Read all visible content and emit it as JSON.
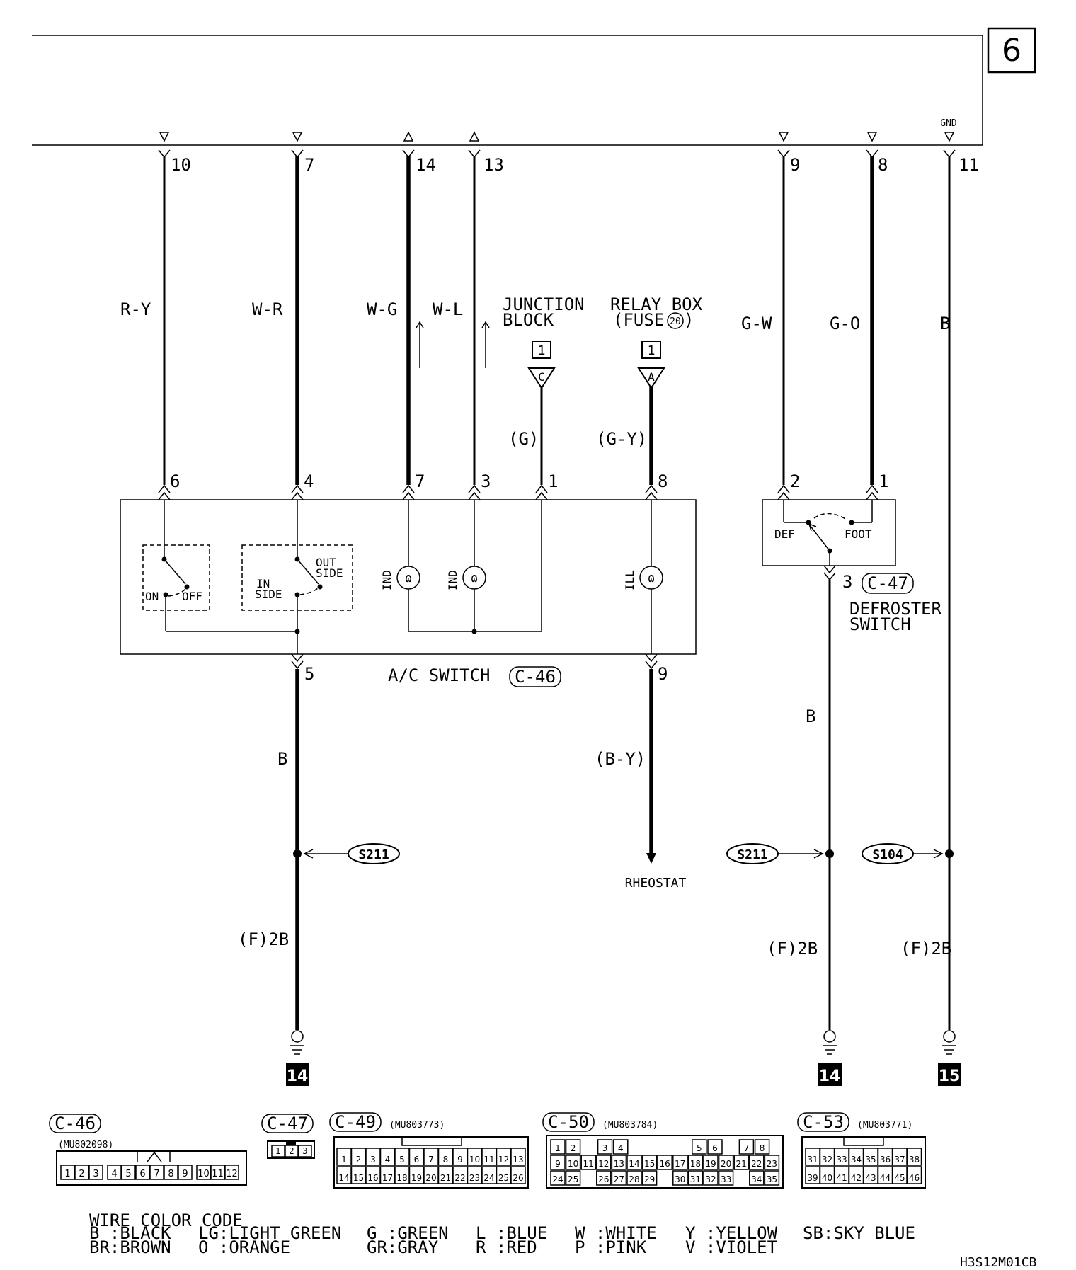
{
  "page_number": "6",
  "top_pins": [
    {
      "id": "10",
      "dir": "down"
    },
    {
      "id": "7",
      "dir": "down"
    },
    {
      "id": "14",
      "dir": "up"
    },
    {
      "id": "13",
      "dir": "up"
    },
    {
      "id": "9",
      "dir": "down"
    },
    {
      "id": "8",
      "dir": "down"
    },
    {
      "id": "11",
      "dir": "down",
      "label": "GND"
    }
  ],
  "wire_colors": {
    "r_y": "R-Y",
    "w_r": "W-R",
    "w_g": "W-G",
    "w_l": "W-L",
    "g_w": "G-W",
    "g_o": "G-O",
    "b": "B",
    "g_paren": "(G)",
    "g_y_paren": "(G-Y)",
    "b_y_paren": "(B-Y)"
  },
  "junction_block": {
    "line1": "JUNCTION",
    "line2": "BLOCK",
    "box": "1",
    "conn": "C"
  },
  "relay_box": {
    "line1": "RELAY BOX",
    "line2": "(FUSE",
    "fuse": "20",
    "line2_end": ")",
    "box": "1",
    "conn": "A"
  },
  "ac_switch": {
    "name": "A/C SWITCH",
    "connector": "C-46",
    "pins_top": [
      "6",
      "4",
      "7",
      "3",
      "1",
      "8"
    ],
    "pins_bottom": [
      "5",
      "9"
    ],
    "sw1_on": "ON",
    "sw1_off": "OFF",
    "sw2_in_1": "IN",
    "sw2_in_2": "SIDE",
    "sw2_out_1": "OUT",
    "sw2_out_2": "SIDE",
    "ind1": "IND",
    "ind2": "IND",
    "ill": "ILL"
  },
  "defroster_switch": {
    "name_1": "DEFROSTER",
    "name_2": "SWITCH",
    "connector": "C-47",
    "pins_top": [
      "2",
      "1"
    ],
    "pin_bottom": "3",
    "def": "DEF",
    "foot": "FOOT"
  },
  "splices": {
    "left": "S211",
    "mid": "S211",
    "right": "S104"
  },
  "harness": {
    "left": "(F)2B",
    "mid": "(F)2B",
    "right": "(F)2B"
  },
  "rheostat": "RHEOSTAT",
  "grounds": [
    "14",
    "14",
    "15"
  ],
  "connectors": [
    {
      "name": "C-46",
      "part": "(MU802098)",
      "pins": [
        "1",
        "2",
        "3",
        "4",
        "5",
        "6",
        "7",
        "8",
        "9",
        "10",
        "11",
        "12"
      ]
    },
    {
      "name": "C-47",
      "part": "",
      "pins": [
        "1",
        "2",
        "3"
      ]
    },
    {
      "name": "C-49",
      "part": "(MU803773)",
      "row1": [
        "1",
        "2",
        "3",
        "4",
        "5",
        "6",
        "7",
        "8",
        "9",
        "10",
        "11",
        "12",
        "13"
      ],
      "row2": [
        "14",
        "15",
        "16",
        "17",
        "18",
        "19",
        "20",
        "21",
        "22",
        "23",
        "24",
        "25",
        "26"
      ]
    },
    {
      "name": "C-50",
      "part": "(MU803784)",
      "row1": [
        "1",
        "2",
        "",
        "3",
        "4",
        "",
        "",
        "",
        "",
        "5",
        "6",
        "",
        "7",
        "8"
      ],
      "row2": [
        "9",
        "10",
        "11",
        "12",
        "13",
        "14",
        "15",
        "16",
        "17",
        "18",
        "19",
        "20",
        "21",
        "22",
        "23"
      ],
      "row3": [
        "24",
        "25",
        "",
        "26",
        "27",
        "28",
        "29",
        "",
        "30",
        "31",
        "32",
        "33",
        "",
        "34",
        "35"
      ]
    },
    {
      "name": "C-53",
      "part": "(MU803771)",
      "row1": [
        "31",
        "32",
        "33",
        "34",
        "35",
        "36",
        "37",
        "38"
      ],
      "row2": [
        "39",
        "40",
        "41",
        "42",
        "43",
        "44",
        "45",
        "46"
      ]
    }
  ],
  "legend": {
    "title": "WIRE COLOR CODE",
    "entries": [
      "B :BLACK",
      "BR:BROWN",
      "LG:LIGHT GREEN",
      "O :ORANGE",
      "G :GREEN",
      "GR:GRAY",
      "L :BLUE",
      "R :RED",
      "W :WHITE",
      "P :PINK",
      "Y :YELLOW",
      "V :VIOLET",
      "SB:SKY BLUE"
    ]
  },
  "doc_code": "H3S12M01CB"
}
